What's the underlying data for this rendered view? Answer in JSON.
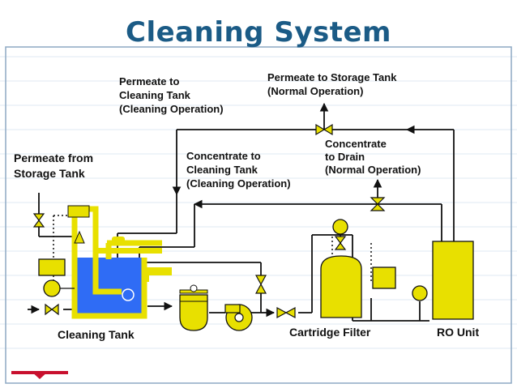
{
  "title": "Cleaning System",
  "labels": {
    "permeate_to_cleaning": [
      "Permeate to",
      "Cleaning Tank",
      "(Cleaning Operation)"
    ],
    "permeate_to_storage": [
      "Permeate to Storage Tank",
      "(Normal Operation)"
    ],
    "permeate_from_storage": [
      "Permeate from",
      "Storage Tank"
    ],
    "concentrate_to_cleaning": [
      "Concentrate to",
      "Cleaning Tank",
      "(Cleaning Operation)"
    ],
    "concentrate_to_drain": [
      "Concentrate",
      "to Drain",
      "(Normal Operation)"
    ],
    "cleaning_tank": "Cleaning Tank",
    "cartridge_filter": "Cartridge Filter",
    "ro_unit": "RO Unit"
  },
  "colors": {
    "title": "#1b5b86",
    "equipment": "#e8e000",
    "solution": "#2f6cf5",
    "line": "#111111",
    "background_lines": "#dfeaf3"
  }
}
